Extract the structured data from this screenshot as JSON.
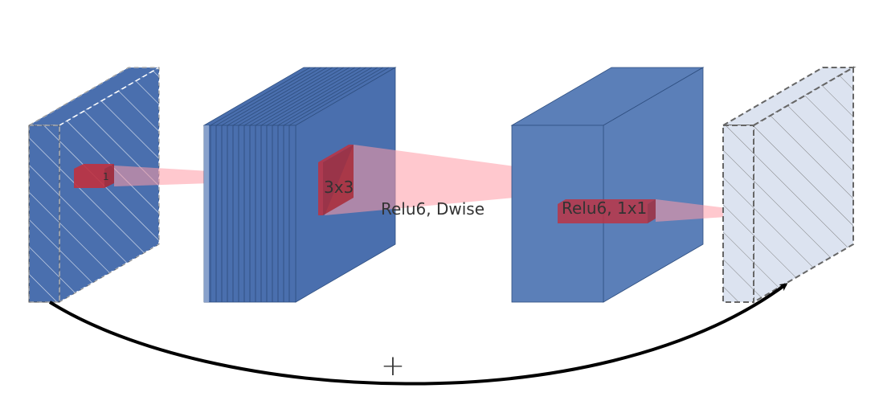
{
  "labels": {
    "input_kernel": "1",
    "dwise_kernel": "3x3",
    "dwise_op": "Relu6, Dwise",
    "pointwise_op": "Relu6, 1x1",
    "residual_add": "+"
  },
  "colors": {
    "block_blue": "#4a6fae",
    "block_blue_light": "#5b7fb8",
    "block_pale": "#dce3f0",
    "kernel_red": "#c0313f",
    "projection_pink": "#ff9aa6",
    "arrow": "#000000"
  }
}
